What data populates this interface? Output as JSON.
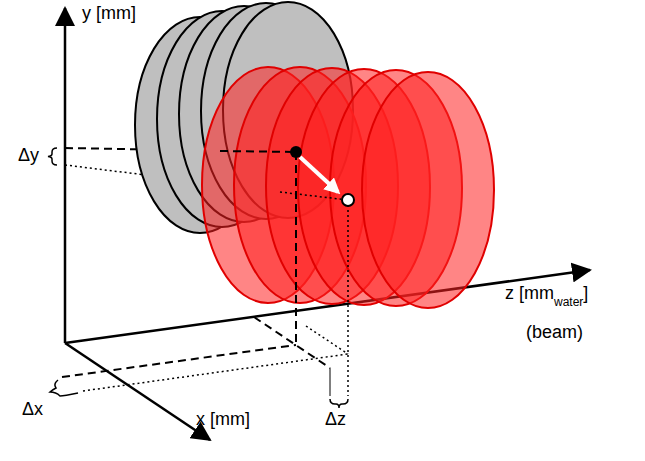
{
  "diagram": {
    "labels": [
      "y [mm]",
      "z [mm",
      "water",
      "]",
      "(beam)",
      "x [mm]",
      "Δy",
      "Δx",
      "Δz"
    ]
  }
}
